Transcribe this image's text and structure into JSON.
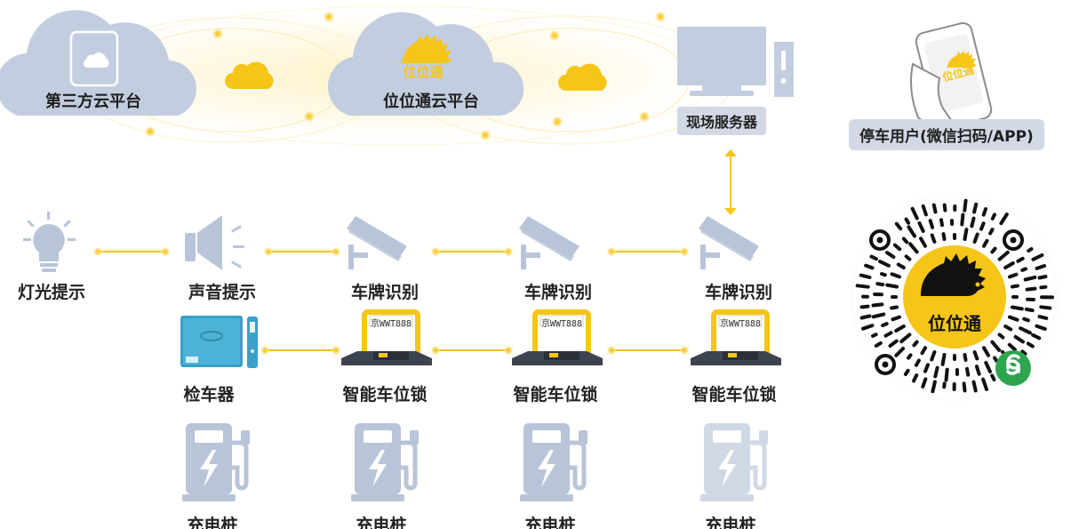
{
  "top": {
    "third_party_cloud": "第三方云平台",
    "weiweitong_cloud": "位位通云平台",
    "onsite_server": "现场服务器",
    "brand_logo": "位位通"
  },
  "user": {
    "label": "停车用户(微信扫码/APP)",
    "phone_logo": "位位通",
    "qr_logo": "位位通"
  },
  "devices": {
    "light": "灯光提示",
    "sound": "声音提示",
    "lpr": [
      "车牌识别",
      "车牌识别",
      "车牌识别"
    ],
    "detector": "检车器",
    "lock": [
      "智能车位锁",
      "智能车位锁",
      "智能车位锁"
    ],
    "plate": "京WWT888",
    "charger": [
      "充电桩",
      "充电桩",
      "充电桩",
      "充电桩"
    ]
  },
  "colors": {
    "accent_yellow": "#f5c518",
    "device_blue": "#b8c4d8",
    "cloud_blue": "#c2cddf",
    "tag_bg": "#d2d9e4"
  }
}
